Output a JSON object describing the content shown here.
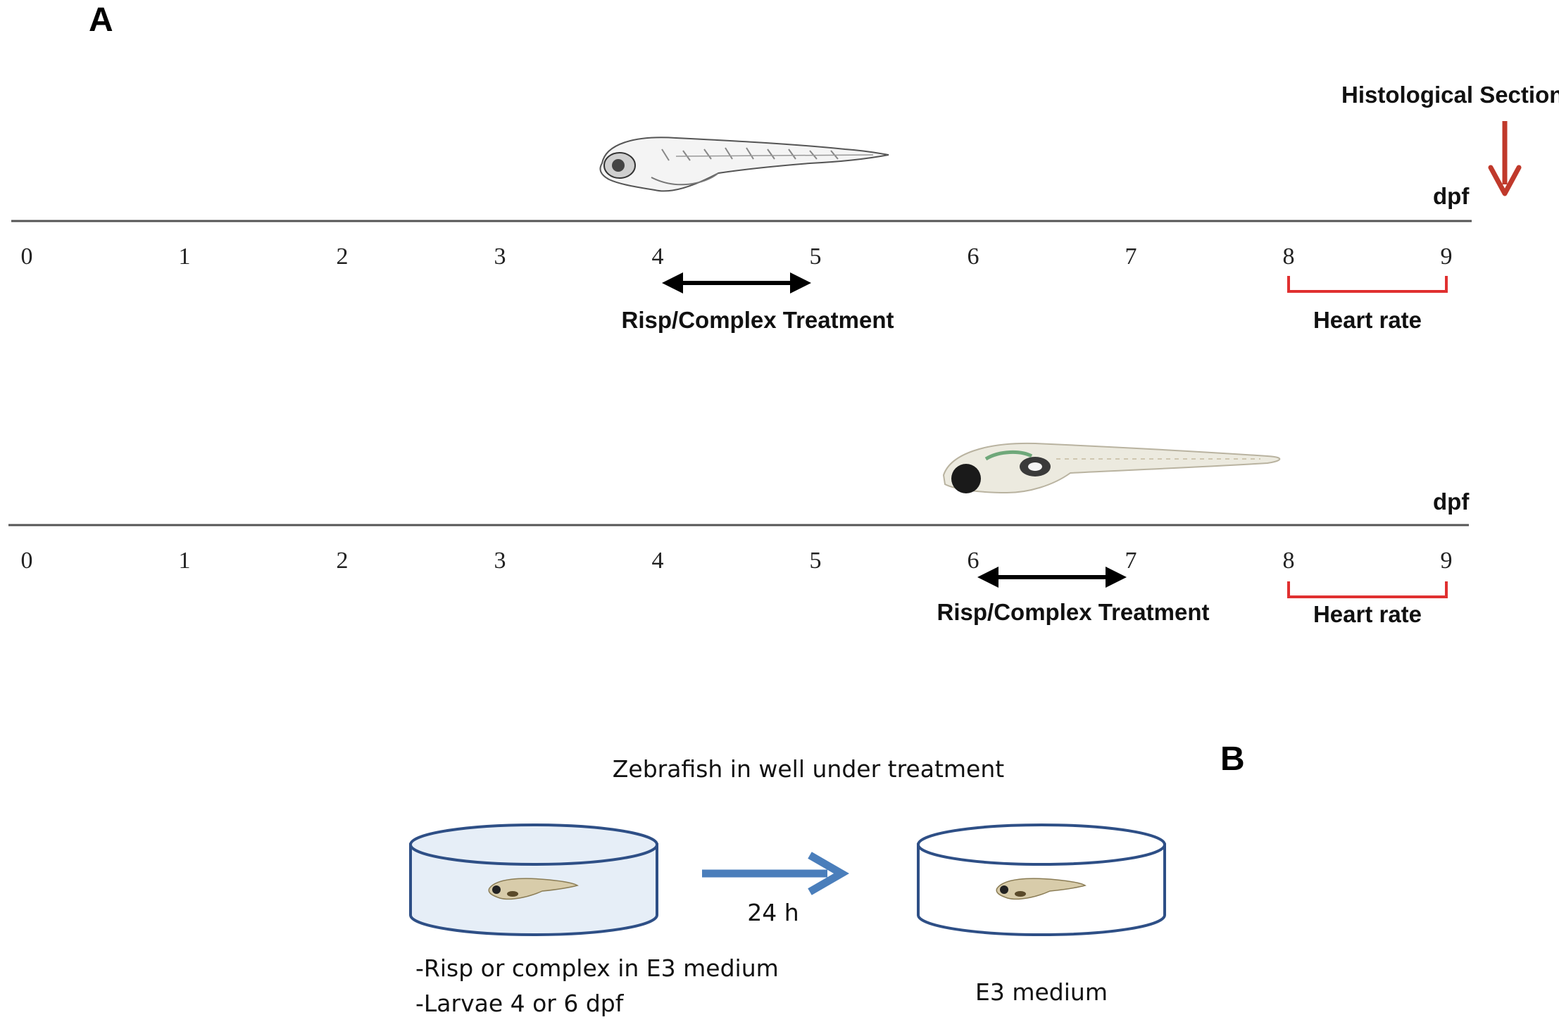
{
  "panel_a": {
    "label": "A",
    "histology_label": "Histological Section",
    "timelines": [
      {
        "unit": "dpf",
        "ticks": [
          "0",
          "1",
          "2",
          "3",
          "4",
          "5",
          "6",
          "7",
          "8",
          "9"
        ],
        "treatment": {
          "from": 4,
          "to": 5,
          "label": "Risp/Complex Treatment"
        },
        "measurement": {
          "from": 8,
          "to": 9,
          "label": "Heart rate"
        }
      },
      {
        "unit": "dpf",
        "ticks": [
          "0",
          "1",
          "2",
          "3",
          "4",
          "5",
          "6",
          "7",
          "8",
          "9"
        ],
        "treatment": {
          "from": 6,
          "to": 7,
          "label": "Risp/Complex Treatment"
        },
        "measurement": {
          "from": 8,
          "to": 9,
          "label": "Heart rate"
        }
      }
    ]
  },
  "panel_b": {
    "label": "B",
    "title": "Zebrafish in well under treatment",
    "arrow_label": "24 h",
    "left_well": {
      "lines": [
        "-Risp or complex in E3 medium",
        "-Larvae  4 or 6 dpf"
      ],
      "fill": "#e6eef7"
    },
    "right_well": {
      "lines": [
        "E3 medium"
      ],
      "fill": "#ffffff"
    }
  },
  "colors": {
    "axis": "#555555",
    "bracket": "#e03030",
    "histology_arrow": "#c0392b",
    "transfer_arrow": "#4a7ebb",
    "well_stroke": "#2e4f86"
  }
}
